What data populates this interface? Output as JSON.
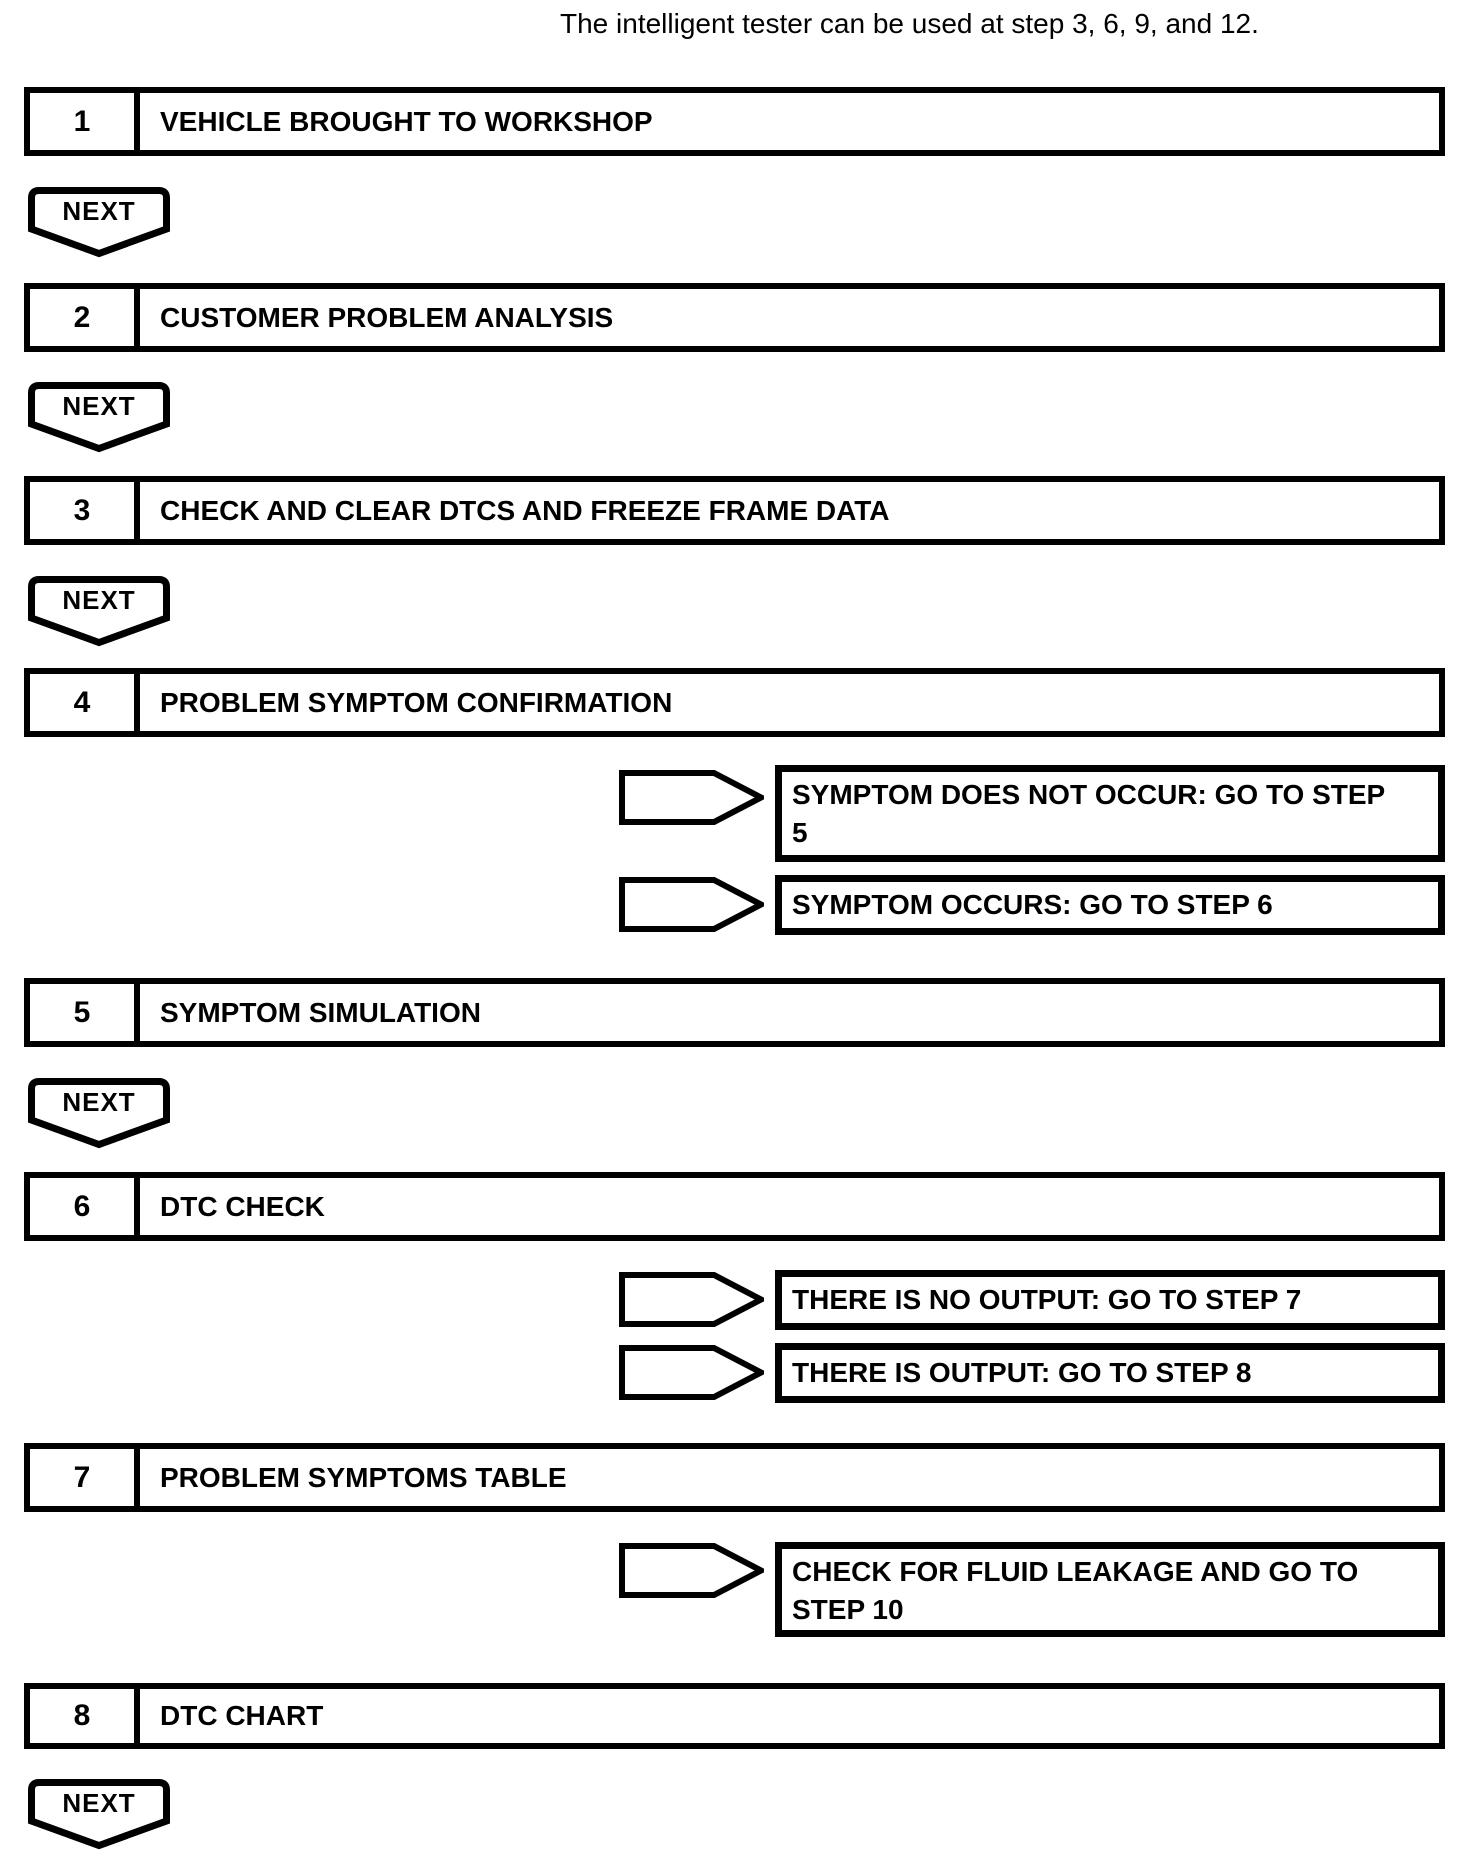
{
  "note": "The intelligent tester can be used at step 3, 6, 9, and 12.",
  "next_label": "NEXT",
  "steps": [
    {
      "number": "1",
      "title": "VEHICLE BROUGHT TO WORKSHOP"
    },
    {
      "number": "2",
      "title": "CUSTOMER PROBLEM ANALYSIS"
    },
    {
      "number": "3",
      "title": "CHECK AND CLEAR DTCS AND FREEZE FRAME DATA"
    },
    {
      "number": "4",
      "title": "PROBLEM SYMPTOM CONFIRMATION"
    },
    {
      "number": "5",
      "title": "SYMPTOM SIMULATION"
    },
    {
      "number": "6",
      "title": "DTC CHECK"
    },
    {
      "number": "7",
      "title": "PROBLEM SYMPTOMS TABLE"
    },
    {
      "number": "8",
      "title": "DTC CHART"
    }
  ],
  "results": [
    {
      "lines": [
        "SYMPTOM DOES NOT OCCUR: GO TO STEP",
        "5"
      ]
    },
    {
      "lines": [
        "SYMPTOM OCCURS: GO TO STEP 6"
      ]
    },
    {
      "lines": [
        "THERE IS NO OUTPUT: GO TO STEP 7"
      ]
    },
    {
      "lines": [
        "THERE IS OUTPUT: GO TO STEP 8"
      ]
    },
    {
      "lines": [
        "CHECK FOR FLUID LEAKAGE AND GO TO",
        "STEP 10"
      ]
    }
  ],
  "colors": {
    "line": "#000000",
    "background": "#ffffff",
    "text": "#000000"
  }
}
